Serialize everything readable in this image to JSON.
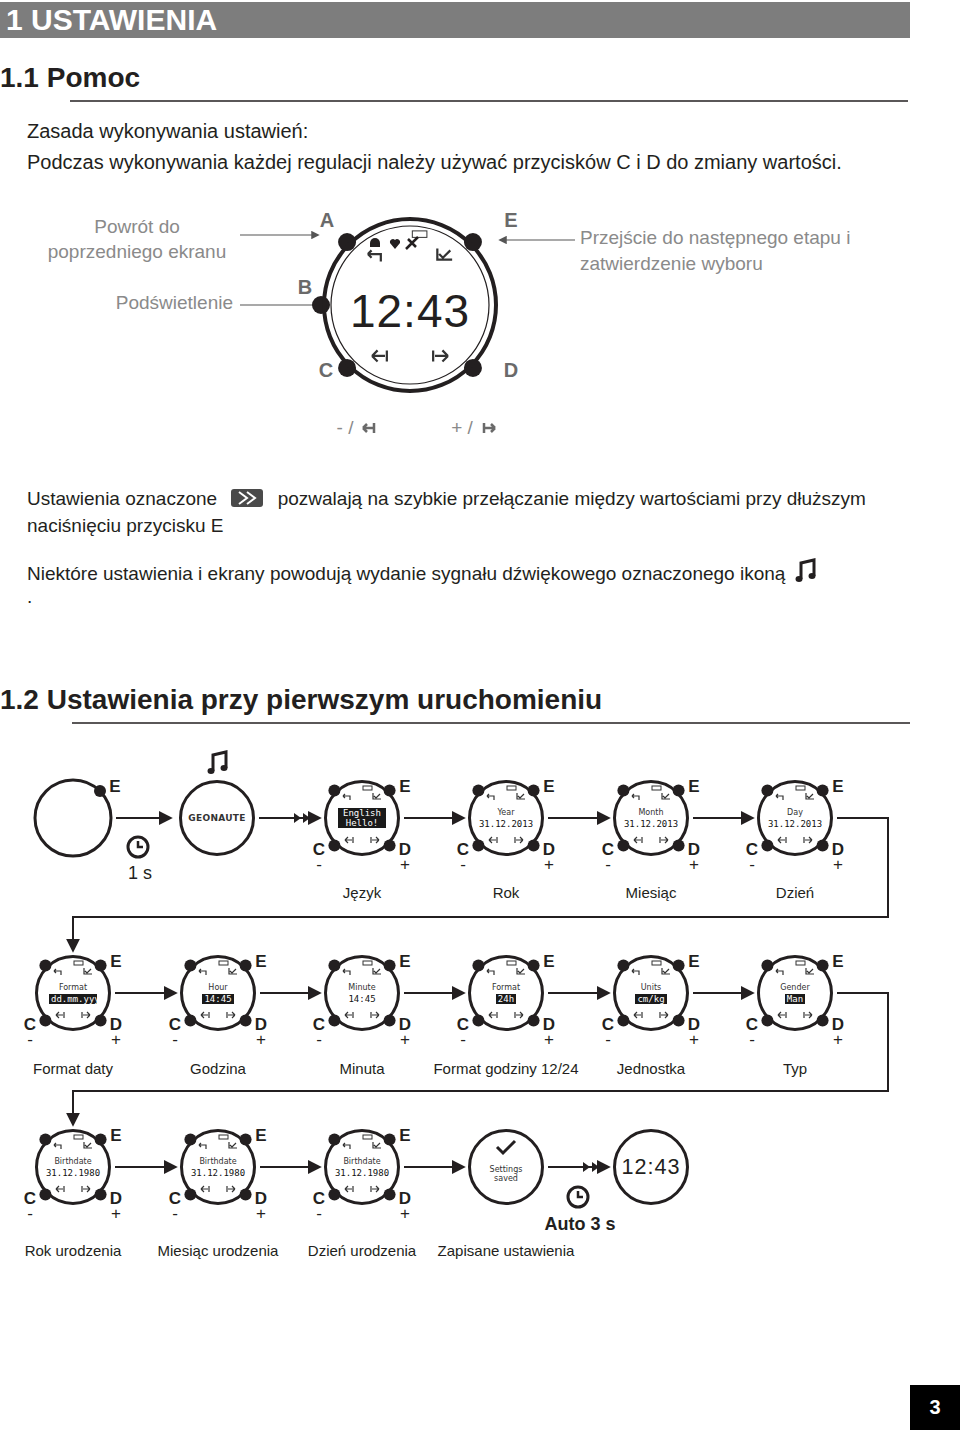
{
  "diagram": {
    "title": "1 USTAWIENIA",
    "nodes": [
      {
        "text": [
          "12:43"
        ]
      },
      {
        "text": [
          "GEONAUTE"
        ]
      },
      {
        "text": [
          "English Hello!",
          "Język"
        ]
      },
      {
        "text": [
          "Year",
          "31.12.2013",
          "Rok"
        ]
      },
      {
        "text": [
          "Month",
          "31.12.2013",
          "Miesiąc"
        ]
      },
      {
        "text": [
          "Day",
          "31.12.2013",
          "Dzień"
        ]
      },
      {
        "text": [
          "Format",
          "dd.mm.yyyy",
          "Format daty"
        ]
      },
      {
        "text": [
          "Hour",
          "14:45",
          "Godzina"
        ]
      },
      {
        "text": [
          "Minute",
          "14:45",
          "Minuta"
        ]
      },
      {
        "text": [
          "Format",
          "24h",
          "Format godziny 12/24"
        ]
      },
      {
        "text": [
          "Units",
          "cm/kg",
          "Jednostka"
        ]
      },
      {
        "text": [
          "Gender",
          "Man",
          "Typ"
        ]
      },
      {
        "text": [
          "Birthdate",
          "31.12.1980",
          "Rok urodzenia"
        ]
      },
      {
        "text": [
          "Birthdate",
          "31.12.1980",
          "Miesiąc urodzenia"
        ]
      },
      {
        "text": [
          "Birthdate",
          "31.12.1980",
          "Dzień urodzenia"
        ]
      },
      {
        "text": [
          "Settings saved",
          "Zapisane ustawienia"
        ]
      },
      {
        "text": [
          "12:43"
        ]
      }
    ],
    "edges": [
      {
        "from": 1,
        "to": 2,
        "arrow": "to"
      },
      {
        "from": 2,
        "to": 3,
        "arrow": "to"
      },
      {
        "from": 3,
        "to": 4,
        "arrow": "to"
      },
      {
        "from": 4,
        "to": 5,
        "arrow": "to"
      },
      {
        "from": 5,
        "to": 6,
        "arrow": "to"
      },
      {
        "from": 6,
        "to": 7,
        "arrow": "to"
      },
      {
        "from": 7,
        "to": 8,
        "arrow": "to"
      },
      {
        "from": 8,
        "to": 9,
        "arrow": "to"
      },
      {
        "from": 9,
        "to": 10,
        "arrow": "to"
      },
      {
        "from": 10,
        "to": 11,
        "arrow": "to"
      },
      {
        "from": 11,
        "to": 12,
        "arrow": "to"
      },
      {
        "from": 12,
        "to": 13,
        "arrow": "to"
      },
      {
        "from": 13,
        "to": 14,
        "arrow": "to"
      },
      {
        "from": 14,
        "to": 15,
        "arrow": "to"
      },
      {
        "from": 15,
        "to": 16,
        "label": "Auto 3 s",
        "arrow": "to"
      }
    ],
    "labels": [
      "1.1 Pomoc",
      "Zasada wykonywania ustawień:",
      "Podczas wykonywania każdej regulacji należy używać przycisków C i D do zmiany wartości.",
      "Powrót do poprzedniego ekranu",
      "Podświetlenie",
      "Przejście do następnego etapu i zatwierdzenie wyboru",
      "A",
      "E",
      "B",
      "C",
      "D",
      "- /",
      "+ /",
      "Ustawienia oznaczone",
      "pozwalają na szybkie przełączanie między wartościami przy dłuższym naciśnięciu przycisku E",
      "Niektóre ustawienia i ekrany powodują wydanie sygnału dźwiękowego oznaczonego ikoną",
      ".",
      "1.2 Ustawienia przy pierwszym uruchomieniu",
      "E",
      "1 s",
      "3",
      "E",
      "C",
      "D",
      "-",
      "+",
      "E",
      "C",
      "D",
      "-",
      "+",
      "E",
      "C",
      "D",
      "-",
      "+",
      "E",
      "C",
      "D",
      "-",
      "+",
      "E",
      "C",
      "D",
      "-",
      "+",
      "E",
      "C",
      "D",
      "-",
      "+",
      "E",
      "C",
      "D",
      "-",
      "+",
      "E",
      "C",
      "D",
      "-",
      "+",
      "E",
      "C",
      "D",
      "-",
      "+",
      "E",
      "C",
      "D",
      "-",
      "+",
      "E",
      "C",
      "D",
      "-",
      "+",
      "E",
      "C",
      "D",
      "-",
      "+",
      "E",
      "C",
      "D",
      "-",
      "+"
    ]
  }
}
